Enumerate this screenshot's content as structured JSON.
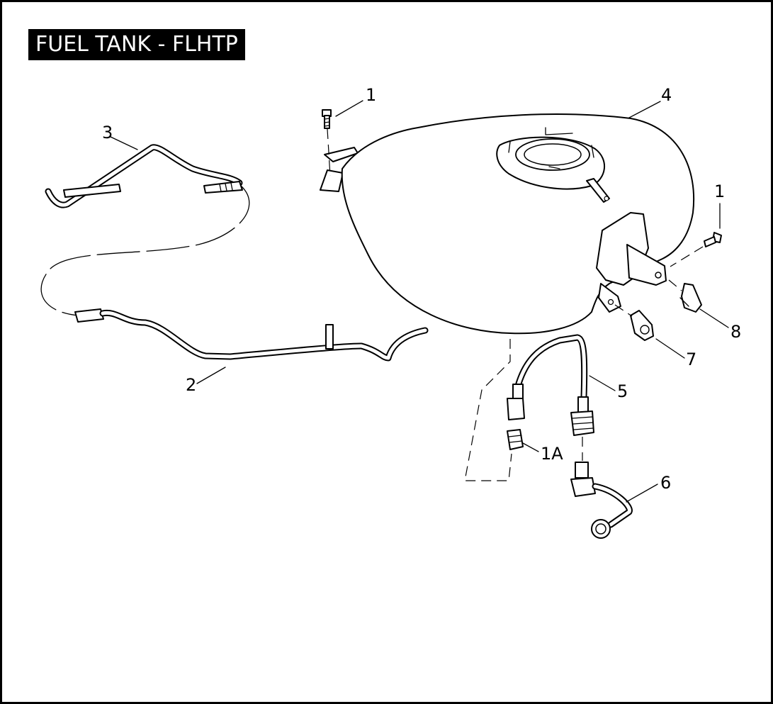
{
  "title": "FUEL TANK - FLHTP",
  "callouts": {
    "c1_top": "1",
    "c1_right": "1",
    "c1a": "1A",
    "c2": "2",
    "c3": "3",
    "c4": "4",
    "c5": "5",
    "c6": "6",
    "c7": "7",
    "c8": "8"
  }
}
